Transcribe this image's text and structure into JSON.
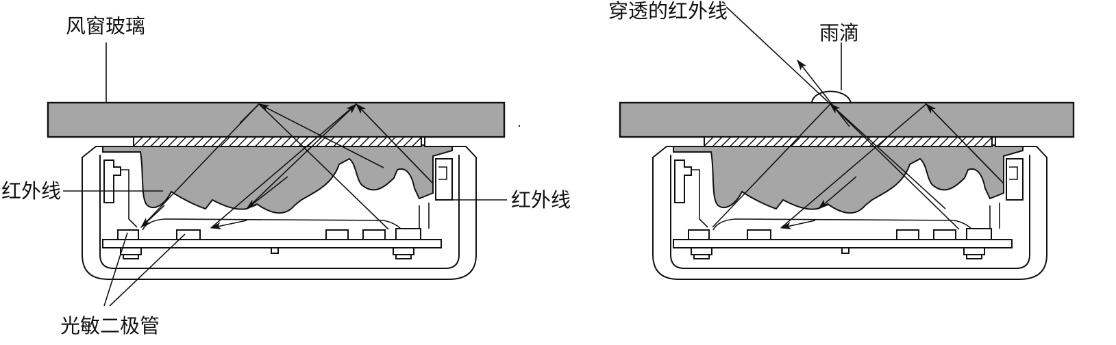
{
  "left_panel": {
    "glass_label": "风窗玻璃",
    "ir_left_label": "红外线",
    "ir_right_label": "红外线",
    "photodiode_label": "光敏二极管"
  },
  "right_panel": {
    "penetrating_ir_label": "穿透的红外线",
    "raindrop_label": "雨滴"
  }
}
